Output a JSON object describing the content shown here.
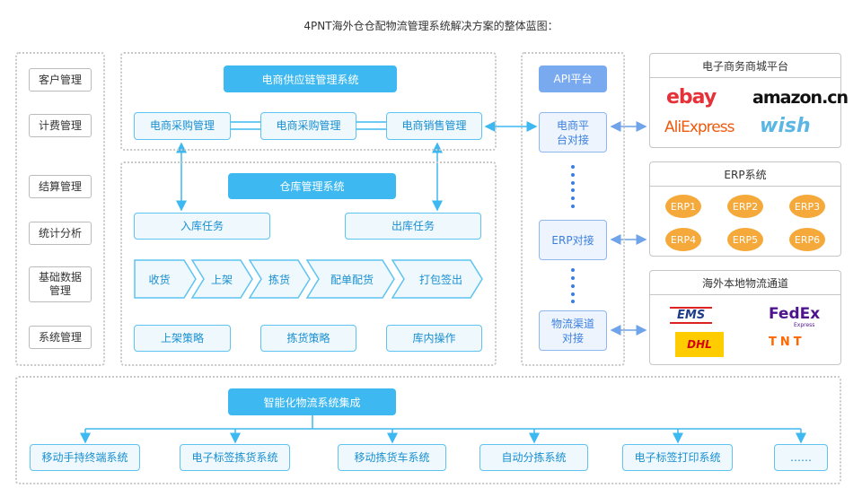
{
  "title": "4PNT海外仓仓配物流管理系统解决方案的整体蓝图：",
  "left_menu": [
    "客户管理",
    "计费管理",
    "结算管理",
    "统计分析",
    "基础数据管理",
    "系统管理"
  ],
  "supply_chain": {
    "header": "电商供应链管理系统",
    "items": [
      "电商采购管理",
      "电商采购管理",
      "电商销售管理"
    ]
  },
  "warehouse": {
    "header": "仓库管理系统",
    "inbound": "入库任务",
    "outbound": "出库任务",
    "flow": [
      "收货",
      "上架",
      "拣货",
      "配单配货",
      "打包签出"
    ],
    "strategies": [
      "上架策略",
      "拣货策略",
      "库内操作"
    ]
  },
  "api": {
    "header": "API平台",
    "items": [
      "电商平台对接",
      "ERP对接",
      "物流渠道对接"
    ]
  },
  "ecommerce": {
    "title": "电子商务商城平台",
    "logos": [
      "ebay",
      "amazon.cn",
      "AliExpress",
      "wish"
    ]
  },
  "erp": {
    "title": "ERP系统",
    "items": [
      "ERP1",
      "ERP2",
      "ERP3",
      "ERP4",
      "ERP5",
      "ERP6"
    ]
  },
  "logistics": {
    "title": "海外本地物流通道",
    "logos": [
      "EMS",
      "FedEx",
      "Express",
      "DHL",
      "TNT"
    ]
  },
  "integration": {
    "header": "智能化物流系统集成",
    "items": [
      "移动手持终端系统",
      "电子标签拣货系统",
      "移动拣货车系统",
      "自动分拣系统",
      "电子标签打印系统",
      "……"
    ]
  },
  "colors": {
    "accent": "#3db8f0",
    "api": "#8fb6ee",
    "erp": "#f5a93a"
  }
}
